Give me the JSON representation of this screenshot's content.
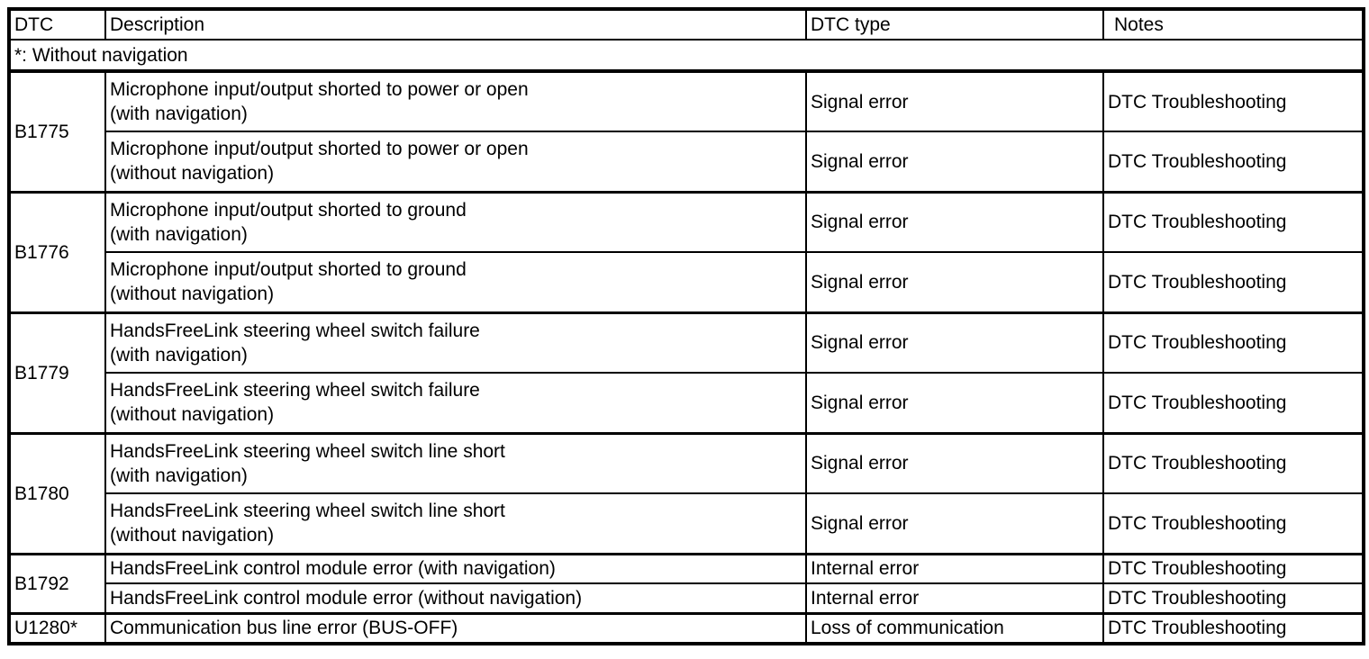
{
  "colors": {
    "background": "#ffffff",
    "text": "#000000",
    "border": "#000000"
  },
  "table": {
    "columns": [
      {
        "label": "DTC"
      },
      {
        "label": "Description"
      },
      {
        "label": "DTC type"
      },
      {
        "label": "Notes"
      }
    ],
    "footnote": "*: Without navigation",
    "groups": [
      {
        "dtc": "B1775",
        "rows": [
          {
            "description": "Microphone input/output shorted to power or open\n(with navigation)",
            "type": "Signal error",
            "notes": "DTC Troubleshooting"
          },
          {
            "description": "Microphone input/output shorted to power or open\n(without navigation)",
            "type": "Signal error",
            "notes": "DTC Troubleshooting"
          }
        ]
      },
      {
        "dtc": "B1776",
        "rows": [
          {
            "description": "Microphone input/output shorted to ground\n(with navigation)",
            "type": "Signal error",
            "notes": "DTC Troubleshooting"
          },
          {
            "description": "Microphone input/output shorted to ground\n(without navigation)",
            "type": "Signal error",
            "notes": "DTC Troubleshooting"
          }
        ]
      },
      {
        "dtc": "B1779",
        "rows": [
          {
            "description": "HandsFreeLink steering wheel switch failure\n(with navigation)",
            "type": "Signal error",
            "notes": "DTC Troubleshooting"
          },
          {
            "description": "HandsFreeLink steering wheel switch failure\n(without navigation)",
            "type": "Signal error",
            "notes": "DTC Troubleshooting"
          }
        ]
      },
      {
        "dtc": "B1780",
        "rows": [
          {
            "description": "HandsFreeLink steering wheel switch line short\n(with navigation)",
            "type": "Signal error",
            "notes": "DTC Troubleshooting"
          },
          {
            "description": "HandsFreeLink steering wheel switch line short\n(without navigation)",
            "type": "Signal error",
            "notes": "DTC Troubleshooting"
          }
        ]
      },
      {
        "dtc": "B1792",
        "rows": [
          {
            "description": "HandsFreeLink control module error (with navigation)",
            "type": "Internal error",
            "notes": "DTC Troubleshooting"
          },
          {
            "description": "HandsFreeLink control module error (without navigation)",
            "type": "Internal error",
            "notes": "DTC Troubleshooting"
          }
        ]
      },
      {
        "dtc": "U1280*",
        "rows": [
          {
            "description": "Communication bus line error (BUS-OFF)",
            "type": "Loss of communication",
            "notes": "DTC Troubleshooting"
          }
        ]
      }
    ]
  }
}
